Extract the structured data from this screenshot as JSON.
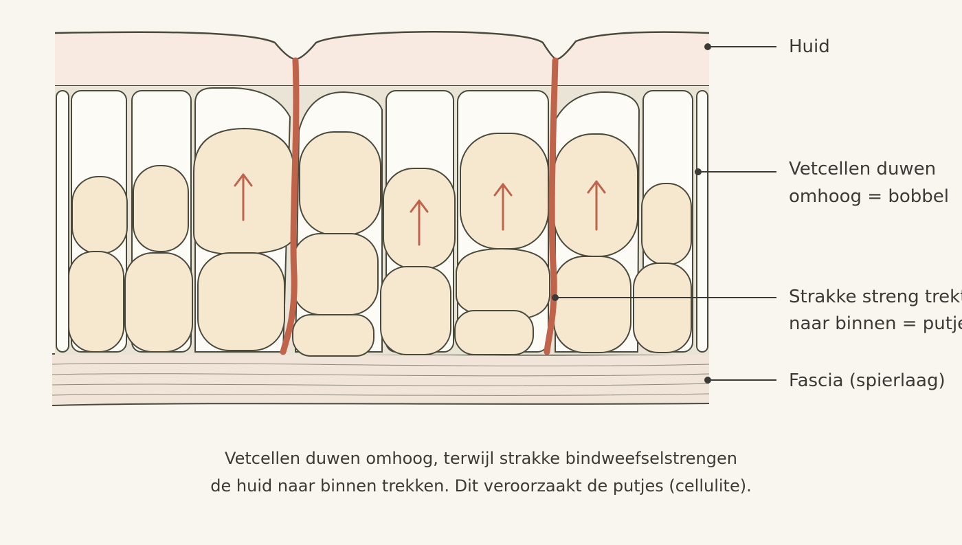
{
  "labels": {
    "skin": "Huid",
    "fat_line1": "Vetcellen duwen",
    "fat_line2": "omhoog = bobbel",
    "strand_line1": "Strakke streng trekt",
    "strand_line2": "naar binnen = putje",
    "fascia": "Fascia (spierlaag)"
  },
  "caption": {
    "line1": "Vetcellen duwen omhoog, terwijl strakke bindweefselstrengen",
    "line2": "de huid naar binnen trekken. Dit veroorzaakt de putjes (cellulite)."
  },
  "colors": {
    "background": "#f9f6ef",
    "skin": "#f8e9e1",
    "fat_cell": "#f6e7cf",
    "strand": "#c0634b",
    "outline": "#4a4a3c",
    "septa": "#e6e1d3",
    "fascia": "#f0e5d8"
  }
}
